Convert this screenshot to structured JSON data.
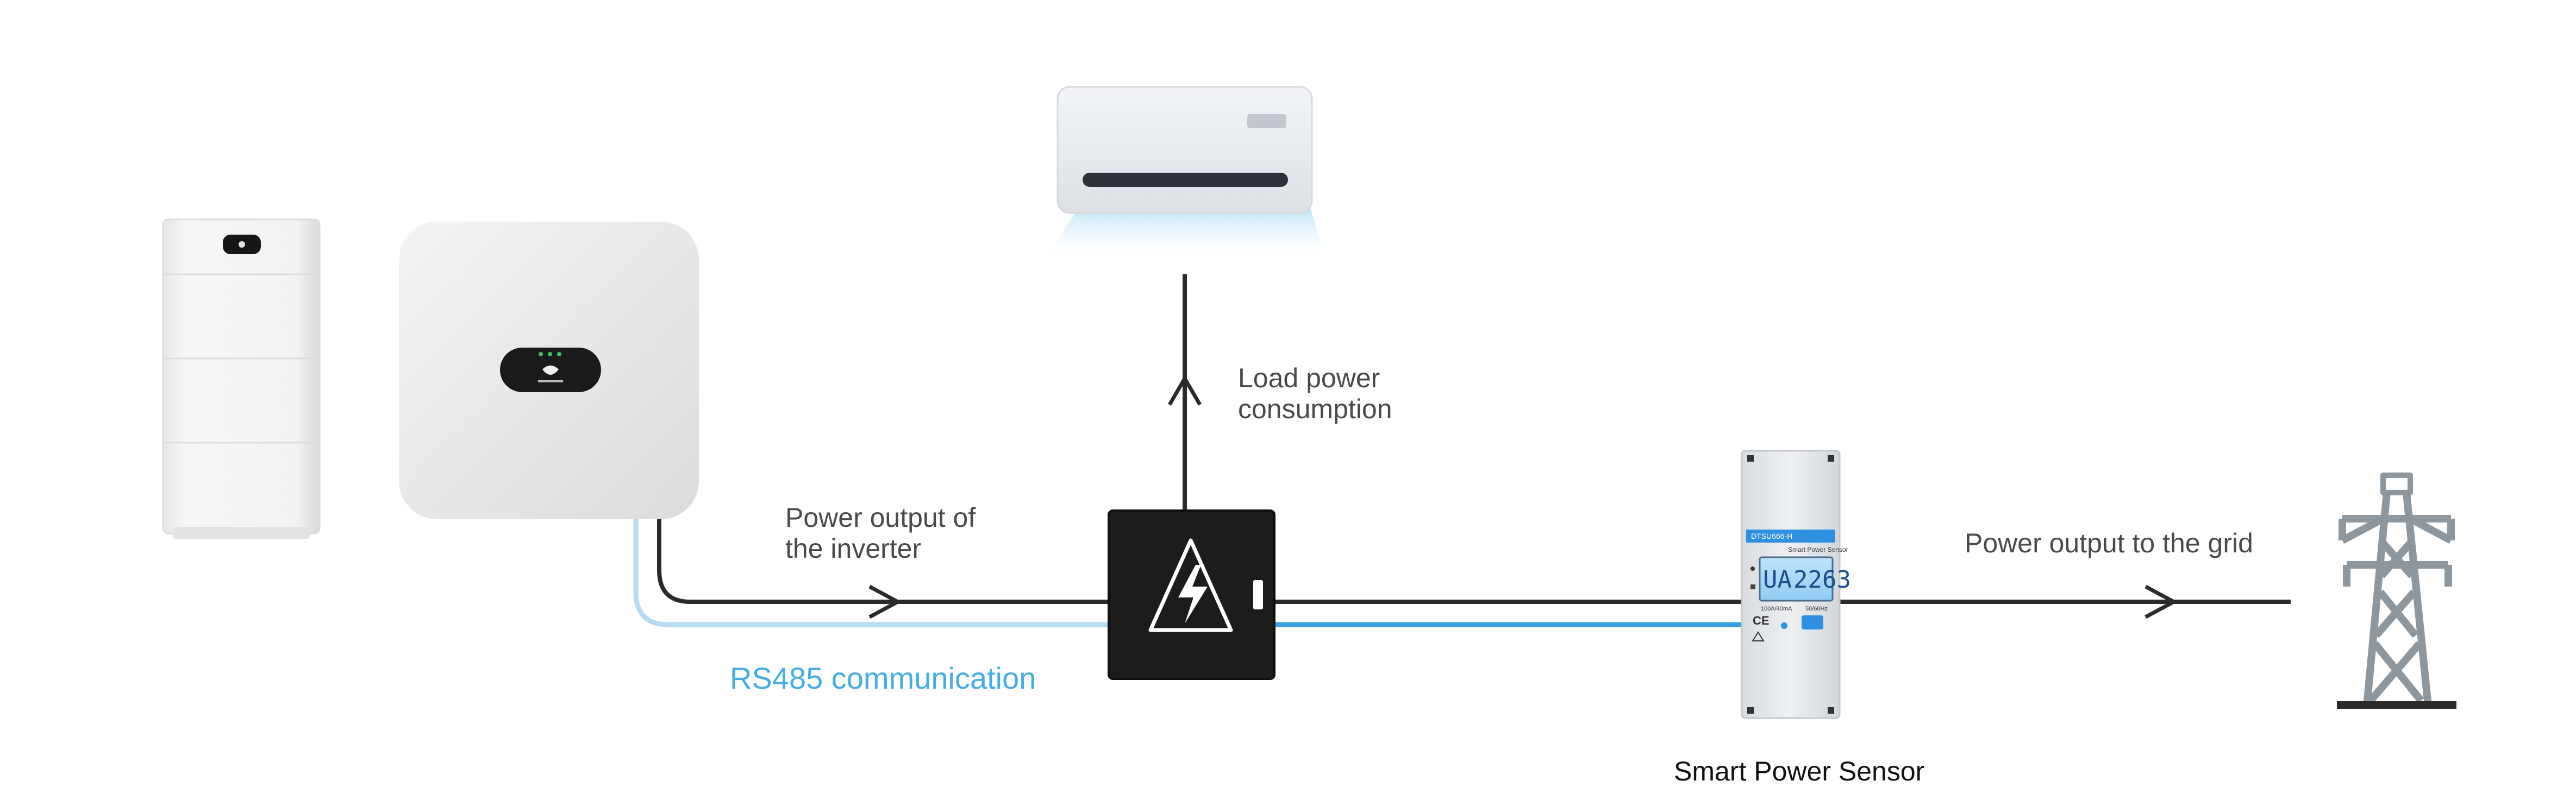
{
  "labels": {
    "load": [
      "Load power",
      "consumption"
    ],
    "inverter_output": [
      "Power output of",
      "the inverter"
    ],
    "grid_output": "Power output to the grid",
    "rs485": "RS485 communication",
    "sensor": "Smart Power Sensor"
  },
  "devices": {
    "battery_icon": "battery-stack-icon",
    "inverter_icon": "inverter-icon",
    "ac_icon": "air-conditioner-icon",
    "switch_icon": "lightning-switchbox-icon",
    "sensor_icon": "smart-power-sensor-icon",
    "pylon_icon": "power-pylon-icon"
  },
  "colors": {
    "power_line": "#2b2b2b",
    "rs485_line": "#3aa0e4",
    "rs485_line_light": "#b5dcf2",
    "rs485_text": "#45ace6",
    "label_text": "#4a4a4a",
    "pylon": "#8e979e"
  }
}
